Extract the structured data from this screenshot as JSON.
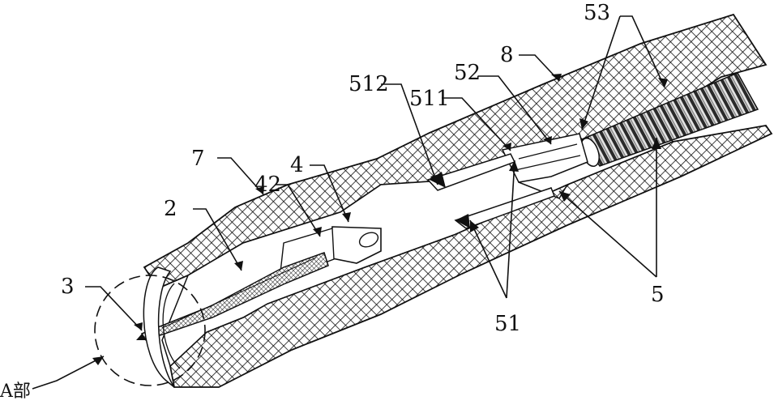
{
  "labels": {
    "l53": "53",
    "l8": "8",
    "l52": "52",
    "l512": "512",
    "l511": "511",
    "l7": "7",
    "l4": "4",
    "l42": "42",
    "l2": "2",
    "l3": "3",
    "l5": "5",
    "l51": "51",
    "detail": "A部"
  },
  "colors": {
    "ink": "#111111",
    "paper": "#ffffff"
  }
}
